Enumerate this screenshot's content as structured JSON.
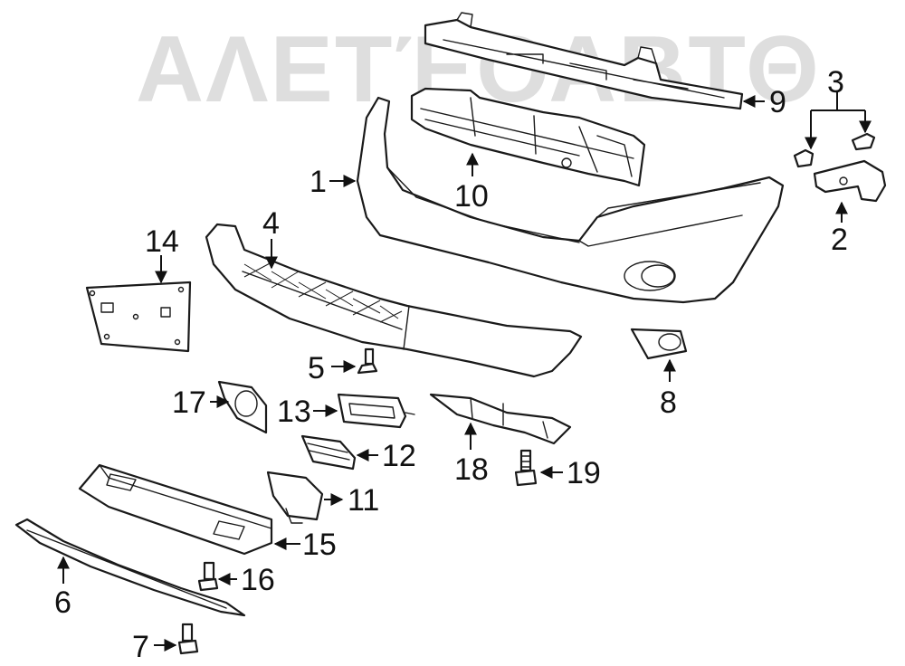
{
  "watermark": "ΑΛΕΤΈΟΑΒΤΘ",
  "callouts": {
    "c1": "1",
    "c2": "2",
    "c3": "3",
    "c4": "4",
    "c5": "5",
    "c6": "6",
    "c7": "7",
    "c8": "8",
    "c9": "9",
    "c10": "10",
    "c11": "11",
    "c12": "12",
    "c13": "13",
    "c14": "14",
    "c15": "15",
    "c16": "16",
    "c17": "17",
    "c18": "18",
    "c19": "19"
  }
}
